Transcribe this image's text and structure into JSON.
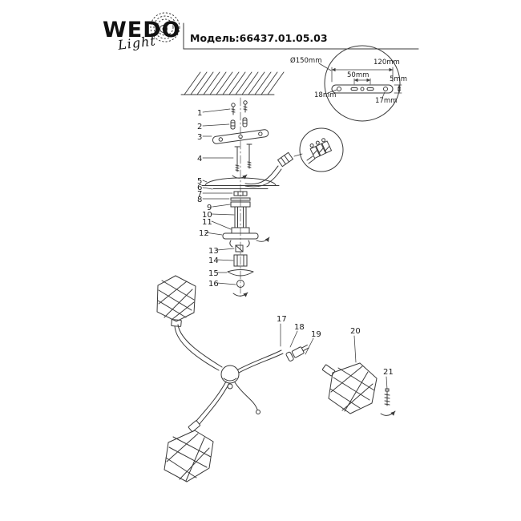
{
  "header": {
    "brand": "WEDO",
    "brand_script": "Light",
    "model": "Модель:66437.01.05.03"
  },
  "part_labels": [
    "1",
    "2",
    "3",
    "4",
    "5",
    "6",
    "7",
    "8",
    "9",
    "10",
    "11",
    "12",
    "13",
    "14",
    "15",
    "16",
    "17",
    "18",
    "19",
    "20",
    "21"
  ],
  "dimensions": {
    "d150": "Ø150mm",
    "d120": "120mm",
    "d50": "50mm",
    "d5": "5mm",
    "d18": "18mm",
    "d17": "17mm"
  },
  "colors": {
    "line": "#3a3a3a",
    "text": "#1a1a1a"
  }
}
